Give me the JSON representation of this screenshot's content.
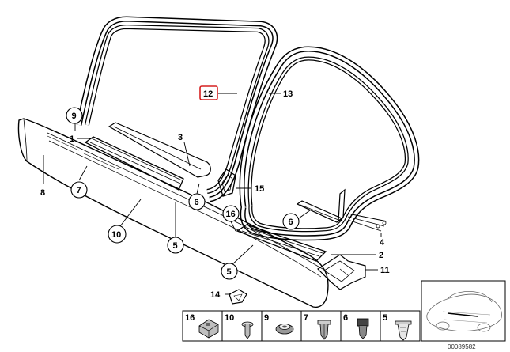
{
  "diagram": {
    "doc_number": "00089582",
    "highlight_color": "#d62020",
    "callouts": {
      "c1": "1",
      "c2": "2",
      "c3": "3",
      "c4": "4",
      "c5a": "5",
      "c5b": "5",
      "c6a": "6",
      "c6b": "6",
      "c7": "7",
      "c8": "8",
      "c9": "9",
      "c10": "10",
      "c11": "11",
      "c12": "12",
      "c13": "13",
      "c14": "14",
      "c15": "15",
      "c16": "16"
    },
    "legend": {
      "cells": [
        {
          "label": "16",
          "icon": "clip-block-icon"
        },
        {
          "label": "10",
          "icon": "push-rivet-icon"
        },
        {
          "label": "9",
          "icon": "grommet-icon"
        },
        {
          "label": "7",
          "icon": "expanding-clip-icon"
        },
        {
          "label": "6",
          "icon": "square-clip-icon"
        },
        {
          "label": "5",
          "icon": "spring-clip-icon"
        }
      ]
    }
  }
}
